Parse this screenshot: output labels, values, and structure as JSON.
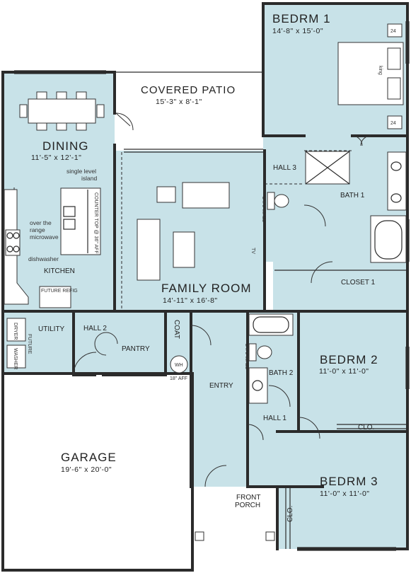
{
  "rooms": {
    "bedroom1": {
      "name": "BEDRM 1",
      "dims": "14'-8\" x 15'-0\""
    },
    "covered_patio": {
      "name": "COVERED PATIO",
      "dims": "15'-3\" x 8'-1\""
    },
    "dining": {
      "name": "DINING",
      "dims": "11'-5\" x 12'-1\""
    },
    "hall3": {
      "name": "HALL 3"
    },
    "bath1": {
      "name": "BATH 1"
    },
    "kitchen": {
      "name": "KITCHEN"
    },
    "family_room": {
      "name": "FAMILY ROOM",
      "dims": "14'-11\" x 16'-8\""
    },
    "closet1": {
      "name": "CLOSET 1"
    },
    "utility": {
      "name": "UTILITY"
    },
    "hall2": {
      "name": "HALL 2"
    },
    "pantry": {
      "name": "PANTRY"
    },
    "coat": {
      "name": "COAT"
    },
    "entry": {
      "name": "ENTRY"
    },
    "bath2": {
      "name": "BATH 2"
    },
    "bedroom2": {
      "name": "BEDRM 2",
      "dims": "11'-0\" x 11'-0\""
    },
    "hall1": {
      "name": "HALL 1"
    },
    "clo_bed2": {
      "name": "CLO."
    },
    "garage": {
      "name": "GARAGE",
      "dims": "19'-6\" x 20'-0\""
    },
    "front_porch": {
      "name_line1": "FRONT",
      "name_line2": "PORCH"
    },
    "bedroom3": {
      "name": "BEDRM 3",
      "dims": "11'-0\" x 11'-0\""
    },
    "clo_bed3": {
      "name": "CLO."
    }
  },
  "labels": {
    "single_level_island_l1": "single level",
    "single_level_island_l2": "island",
    "microwave_l1": "over the",
    "microwave_l2": "range",
    "microwave_l3": "microwave",
    "dishwasher": "dishwasher",
    "counter_top": "COUNTER TOP @ 36\" AFF",
    "future_refrig": "FUTURE REFIG",
    "dryer": "DRYER",
    "washer": "WASHER",
    "future": "FUTURE",
    "wh": "WH",
    "wh_aff": "18\" AFF",
    "king": "king",
    "nightstand1": "24",
    "nightstand2": "24",
    "wall1": "2 x 6 WALL",
    "wall2": "2 x 6 WALL",
    "tv": "TV"
  }
}
